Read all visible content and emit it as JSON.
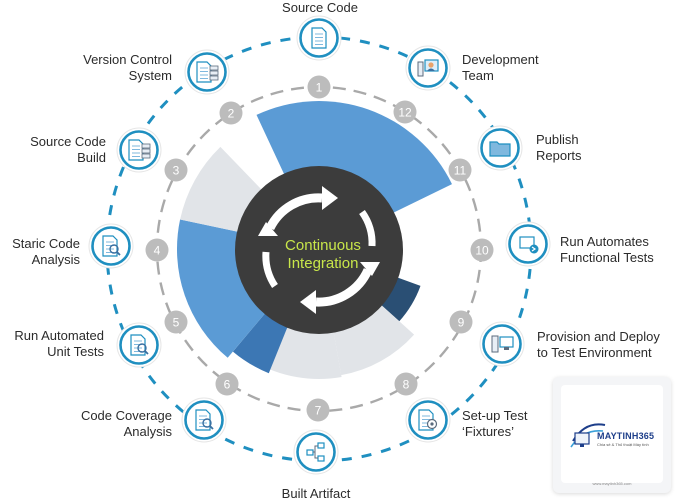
{
  "center": {
    "line1": "Continuous",
    "line2": "Integration"
  },
  "stages": [
    {
      "num": "1",
      "label": "Source Code",
      "icon": "document-icon"
    },
    {
      "num": "2",
      "label": "Version Control\nSystem",
      "icon": "server-icon"
    },
    {
      "num": "3",
      "label": "Source Code\nBuild",
      "icon": "build-icon"
    },
    {
      "num": "4",
      "label": "Staric Code\nAnalysis",
      "icon": "magnifier-document-icon"
    },
    {
      "num": "5",
      "label": "Run Automated\nUnit Tests",
      "icon": "test-document-icon"
    },
    {
      "num": "6",
      "label": "Code Coverage\nAnalysis",
      "icon": "coverage-icon"
    },
    {
      "num": "7",
      "label": "Built Artifact",
      "icon": "artifact-icon"
    },
    {
      "num": "8",
      "label": "Set-up Test\n‘Fixtures’",
      "icon": "fixtures-icon"
    },
    {
      "num": "9",
      "label": "Provision and Deploy\nto Test Environment",
      "icon": "deploy-icon"
    },
    {
      "num": "10",
      "label": "Run Automates\nFunctional Tests",
      "icon": "functional-test-icon"
    },
    {
      "num": "11",
      "label": "Publish\nReports",
      "icon": "folder-icon"
    },
    {
      "num": "12",
      "label": "Development\nTeam",
      "icon": "developer-icon"
    }
  ],
  "logo": {
    "brand": "MAYTINH365",
    "tagline": "Chia sẻ & Thủ thuật Máy tính",
    "url": "www.maytinh365.com"
  },
  "colors": {
    "ring": "#1f8fc0",
    "blue": "#5b9bd5",
    "dark_blue": "#2a4f74",
    "mid_blue": "#3c77b4",
    "light_gray": "#e1e4e8",
    "number_gray": "#bcbcbc",
    "center_dark": "#3c3c3c",
    "accent_green": "#c8e64a"
  }
}
